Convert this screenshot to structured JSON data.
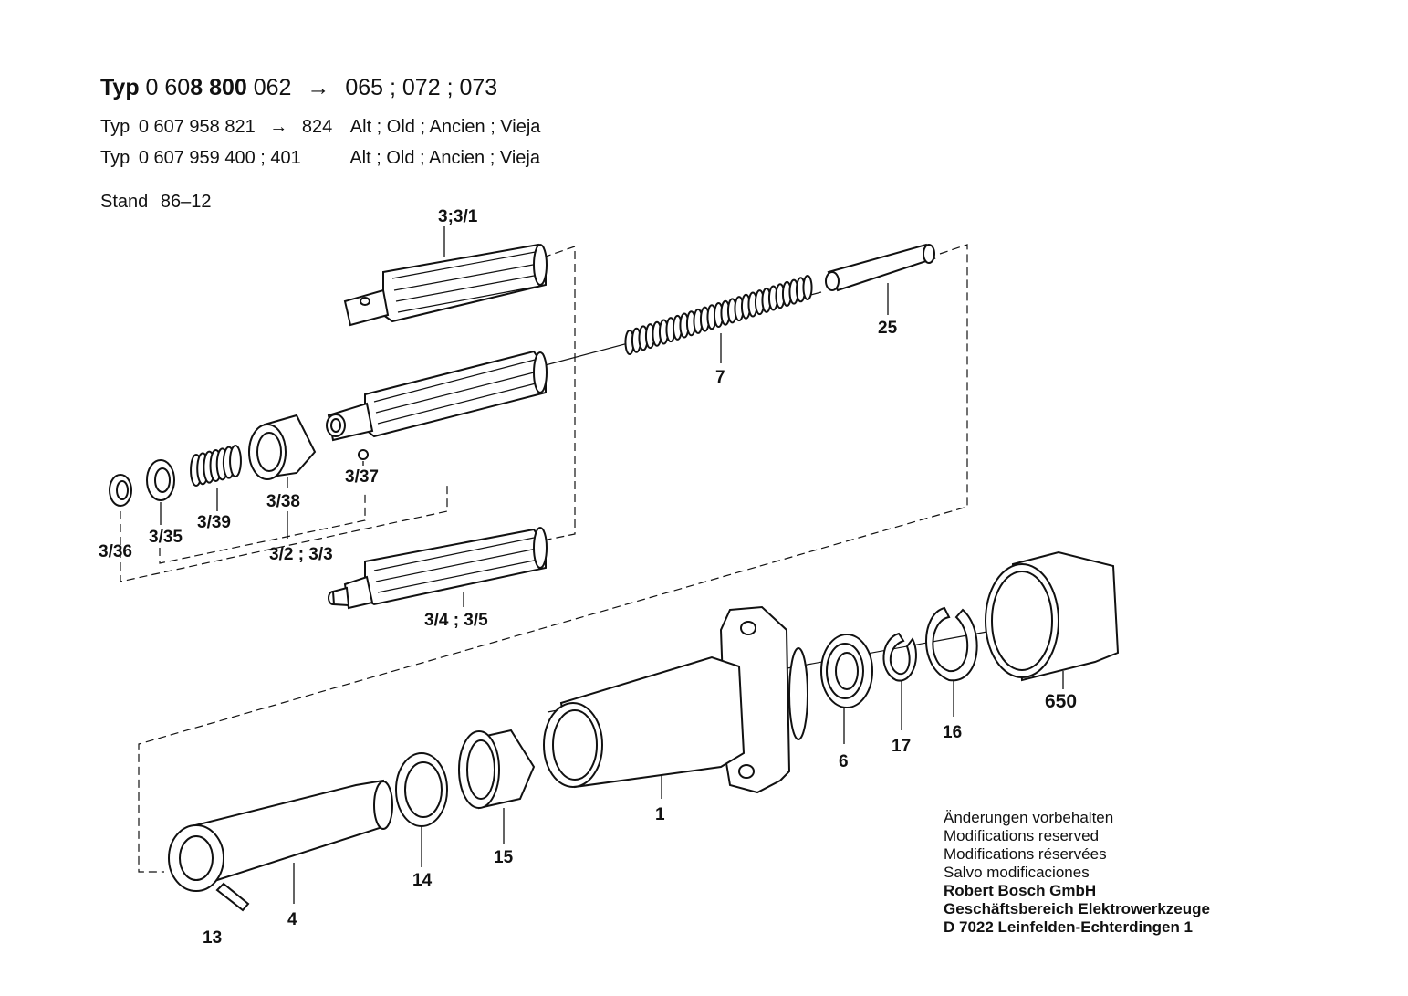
{
  "header": {
    "main": {
      "typ": "Typ",
      "number_a": "0 60",
      "number_b": "8 800",
      "number_c": "062",
      "arrow": "→",
      "variants": "065 ; 072 ; 073"
    },
    "old1": {
      "typ": "Typ",
      "number": "0 607 958 821",
      "arrow": "→",
      "suffix": "824",
      "note": "Alt ; Old ; Ancien ; Vieja"
    },
    "old2": {
      "typ": "Typ",
      "number": "0 607 959 400 ; 401",
      "note": "Alt ; Old ; Ancien ; Vieja"
    },
    "stand": {
      "label": "Stand",
      "value": "86–12"
    }
  },
  "labels": {
    "p3_31": "3;3/1",
    "p25": "25",
    "p7": "7",
    "p3_37": "3/37",
    "p3_38": "3/38",
    "p3_39": "3/39",
    "p3_35": "3/35",
    "p3_36": "3/36",
    "p3_2_3_3": "3/2 ; 3/3",
    "p3_4_3_5": "3/4 ; 3/5",
    "p650": "650",
    "p6": "6",
    "p17": "17",
    "p16": "16",
    "p1": "1",
    "p15": "15",
    "p14": "14",
    "p4": "4",
    "p13": "13"
  },
  "notes": {
    "line1": "Änderungen vorbehalten",
    "line2": "Modifications reserved",
    "line3": "Modifications réservées",
    "line4": "Salvo modificaciones",
    "company": "Robert Bosch GmbH",
    "division": "Geschäftsbereich Elektrowerkzeuge",
    "address": "D 7022 Leinfelden-Echterdingen 1"
  }
}
